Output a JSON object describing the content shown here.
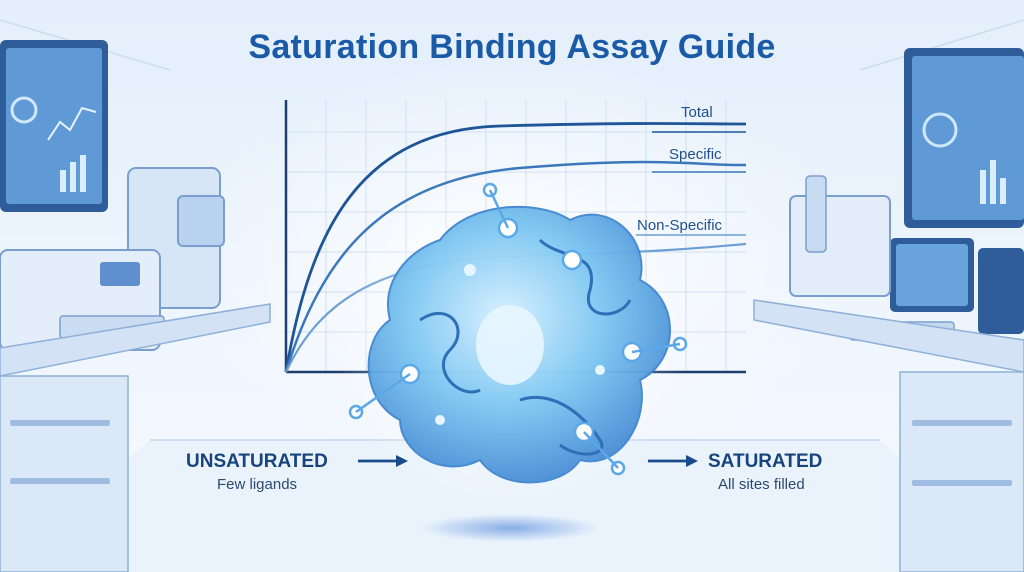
{
  "title": "Saturation Binding Assay Guide",
  "curves": [
    {
      "key": "total",
      "label": "Total"
    },
    {
      "key": "specific",
      "label": "Specific"
    },
    {
      "key": "nonspecific",
      "label": "Non-Specific"
    }
  ],
  "left_state": {
    "heading": "UNSATURATED",
    "subtext": "Few ligands"
  },
  "right_state": {
    "heading": "SATURATED",
    "subtext": "All sites filled"
  },
  "colors": {
    "title": "#1a5aa6",
    "curve_total": "#1d5596",
    "curve_specific": "#3a77bb",
    "curve_nonspecific": "#6b9fd4",
    "accent": "#2a6fc0",
    "protein": "#5fb8ef"
  }
}
